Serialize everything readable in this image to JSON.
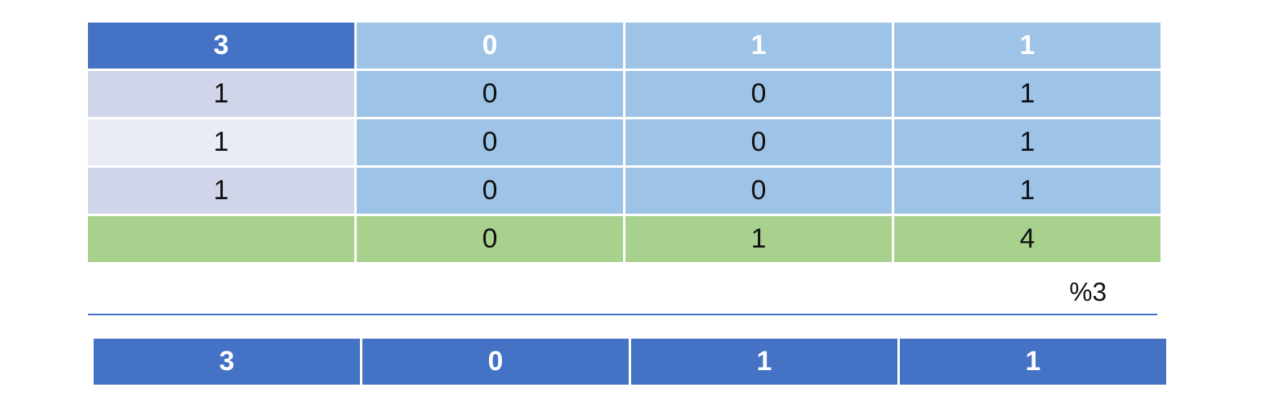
{
  "top_table": {
    "header": [
      "3",
      "0",
      "1",
      "1"
    ],
    "rows": [
      [
        "1",
        "0",
        "0",
        "1"
      ],
      [
        "1",
        "0",
        "0",
        "1"
      ],
      [
        "1",
        "0",
        "0",
        "1"
      ]
    ],
    "sum_row": [
      "",
      "0",
      "1",
      "4"
    ]
  },
  "operation_label": "%3",
  "bottom_table": {
    "row": [
      "3",
      "0",
      "1",
      "1"
    ]
  },
  "colors": {
    "dark_blue": "#4472c4",
    "light_blue": "#9dc3e6",
    "lavender": "#d0d5ea",
    "pale_lavender": "#e9ebf5",
    "green": "#a9d18e"
  }
}
